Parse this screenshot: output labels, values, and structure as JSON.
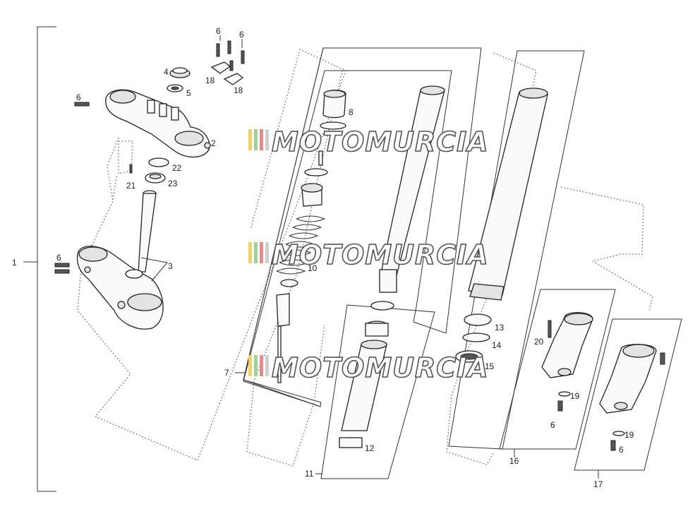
{
  "watermark": {
    "text": "MOTOMURCIA",
    "colors": [
      "#f2d16b",
      "#9fd19a",
      "#e88a8a",
      "#cfcfcf"
    ]
  },
  "labels": {
    "l1": "1",
    "l2": "2",
    "l3": "3",
    "l4": "4",
    "l5": "5",
    "l6a": "6",
    "l6b": "6",
    "l6c": "6",
    "l6d": "6",
    "l6e": "6",
    "l6f": "6",
    "l7": "7",
    "l8": "8",
    "l10": "10",
    "l11": "11",
    "l12": "12",
    "l13": "13",
    "l14": "14",
    "l15": "15",
    "l16": "16",
    "l17": "17",
    "l18a": "18",
    "l18b": "18",
    "l19a": "19",
    "l19b": "19",
    "l20": "20",
    "l21": "21",
    "l22": "22",
    "l23": "23"
  }
}
